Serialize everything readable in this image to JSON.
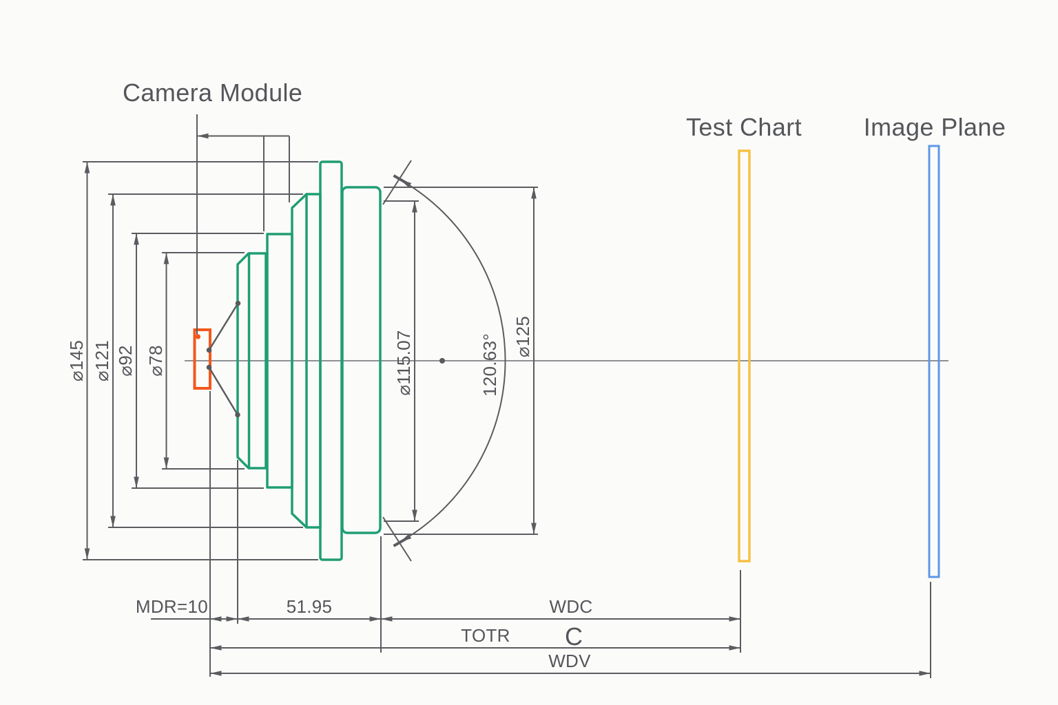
{
  "labels": {
    "camera_module": "Camera Module",
    "test_chart": "Test Chart",
    "image_plane": "Image Plane"
  },
  "dimensions": {
    "dia_145": "⌀145",
    "dia_121": "⌀121",
    "dia_92": "⌀92",
    "dia_78": "⌀78",
    "dia_115_07": "⌀115.07",
    "dia_125": "⌀125",
    "fov_angle": "120.63°",
    "mdr": "MDR=10",
    "lens_length": "51.95",
    "wdc": "WDC",
    "totr": "TOTR",
    "c": "C",
    "wdv": "WDV"
  },
  "colors": {
    "lens_outline": "#1f9e73",
    "sensor_outline": "#f4571c",
    "test_chart_outline": "#f6c143",
    "image_plane_outline": "#5e97e8",
    "dimension_lines": "#5b5c5f",
    "text": "#55565a"
  }
}
